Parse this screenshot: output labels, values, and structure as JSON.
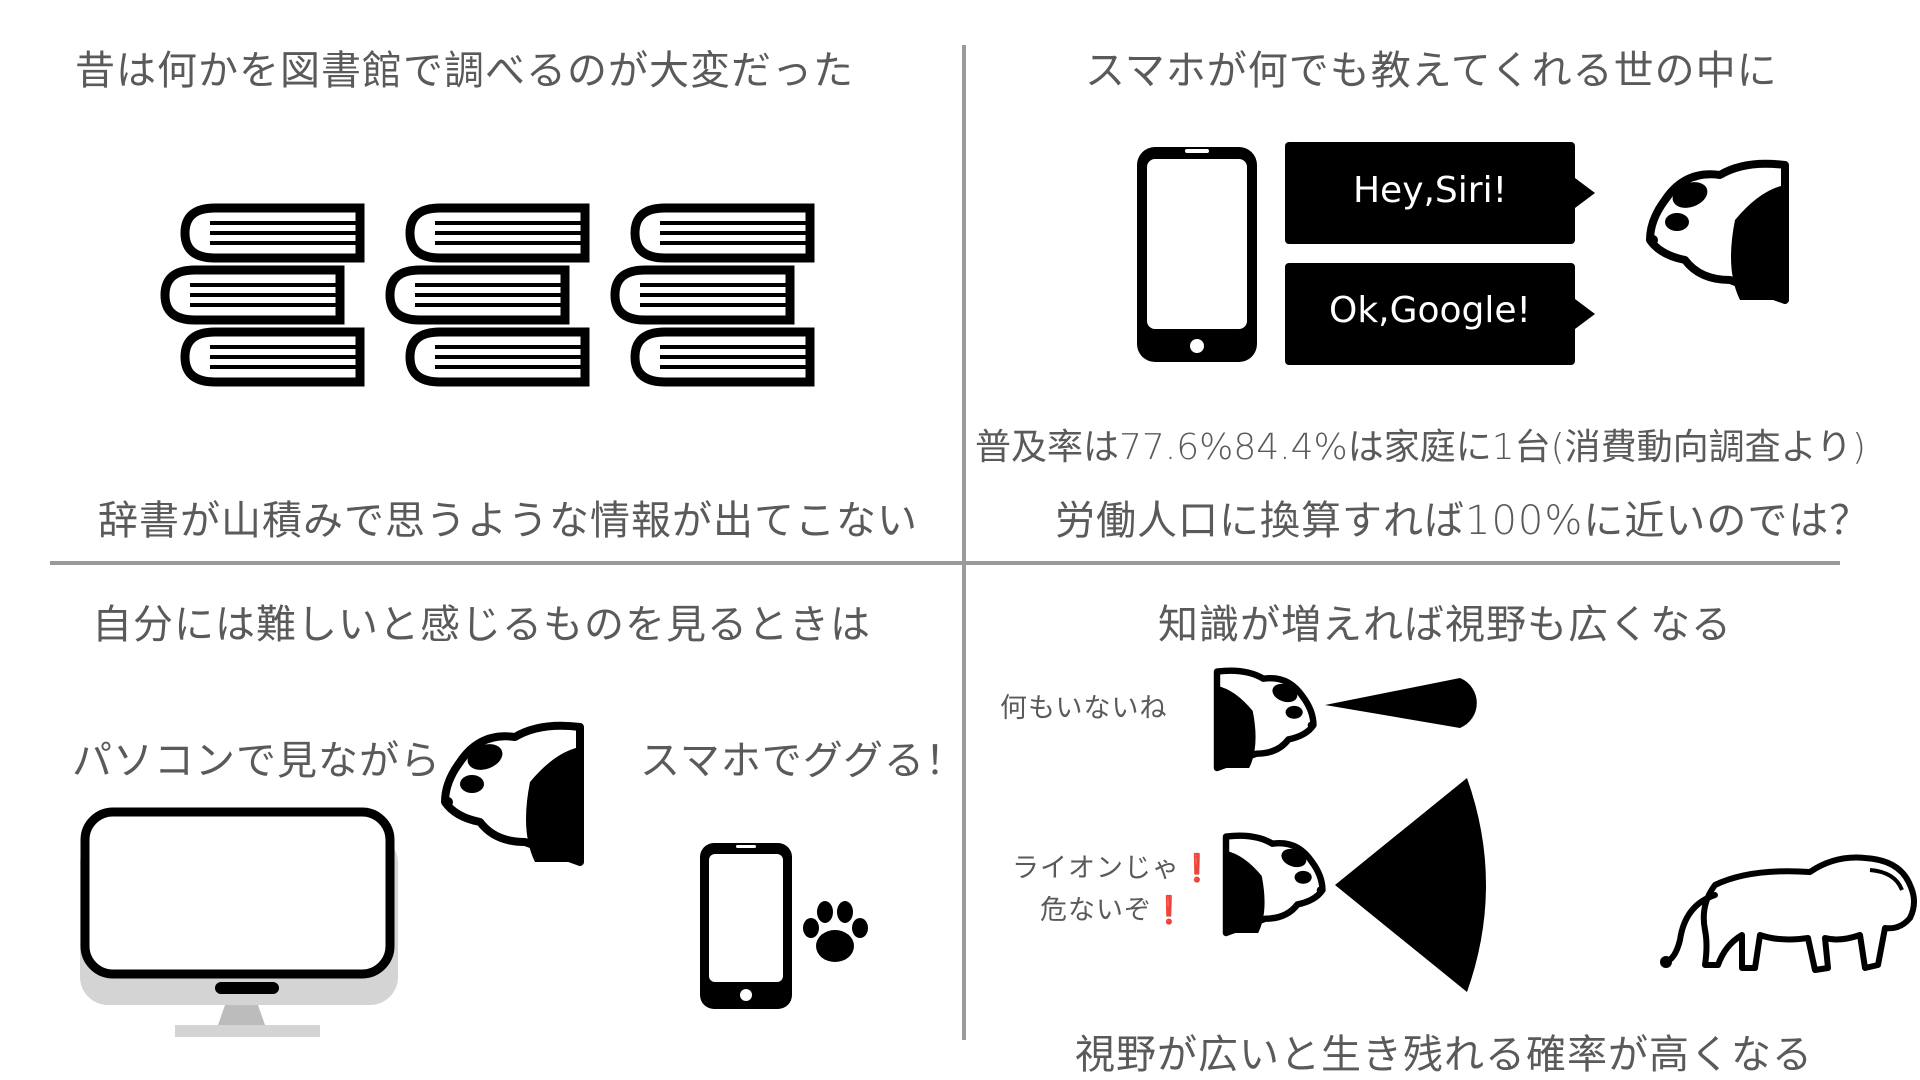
{
  "colors": {
    "ink": "#000000",
    "text": "#5a5a5a",
    "divider": "#9a9a9a",
    "exclamation": "#d42020",
    "monitor_stand": "#d0d0d0"
  },
  "icons": [
    "books-icon",
    "smartphone-icon",
    "speech-bubble-icon",
    "panda-head-icon",
    "monitor-icon",
    "paw-icon",
    "sight-cone-icon",
    "lion-icon"
  ],
  "q1": {
    "title": "昔は何かを図書館で調べるのが大変だった",
    "caption": "辞書が山積みで思うような情報が出てこない"
  },
  "q2": {
    "title": "スマホが何でも教えてくれる世の中に",
    "bubble1": "Hey,Siri!",
    "bubble2": "Ok,Google!",
    "stat": "普及率は77.6%84.4%は家庭に1台(消費動向調査より)",
    "caption": "労働人口に換算すれば100%に近いのでは？"
  },
  "q3": {
    "title": "自分には難しいと感じるものを見るときは",
    "pc_label": "パソコンで見ながら",
    "phone_label": "スマホでググる！"
  },
  "q4": {
    "title": "知識が増えれば視野も広くなる",
    "narrow_label": "何もいないね",
    "wide_label_1": "ライオンじゃ",
    "wide_label_2": "危ないぞ",
    "exclaim": "❗",
    "caption": "視野が広いと生き残れる確率が高くなる"
  }
}
